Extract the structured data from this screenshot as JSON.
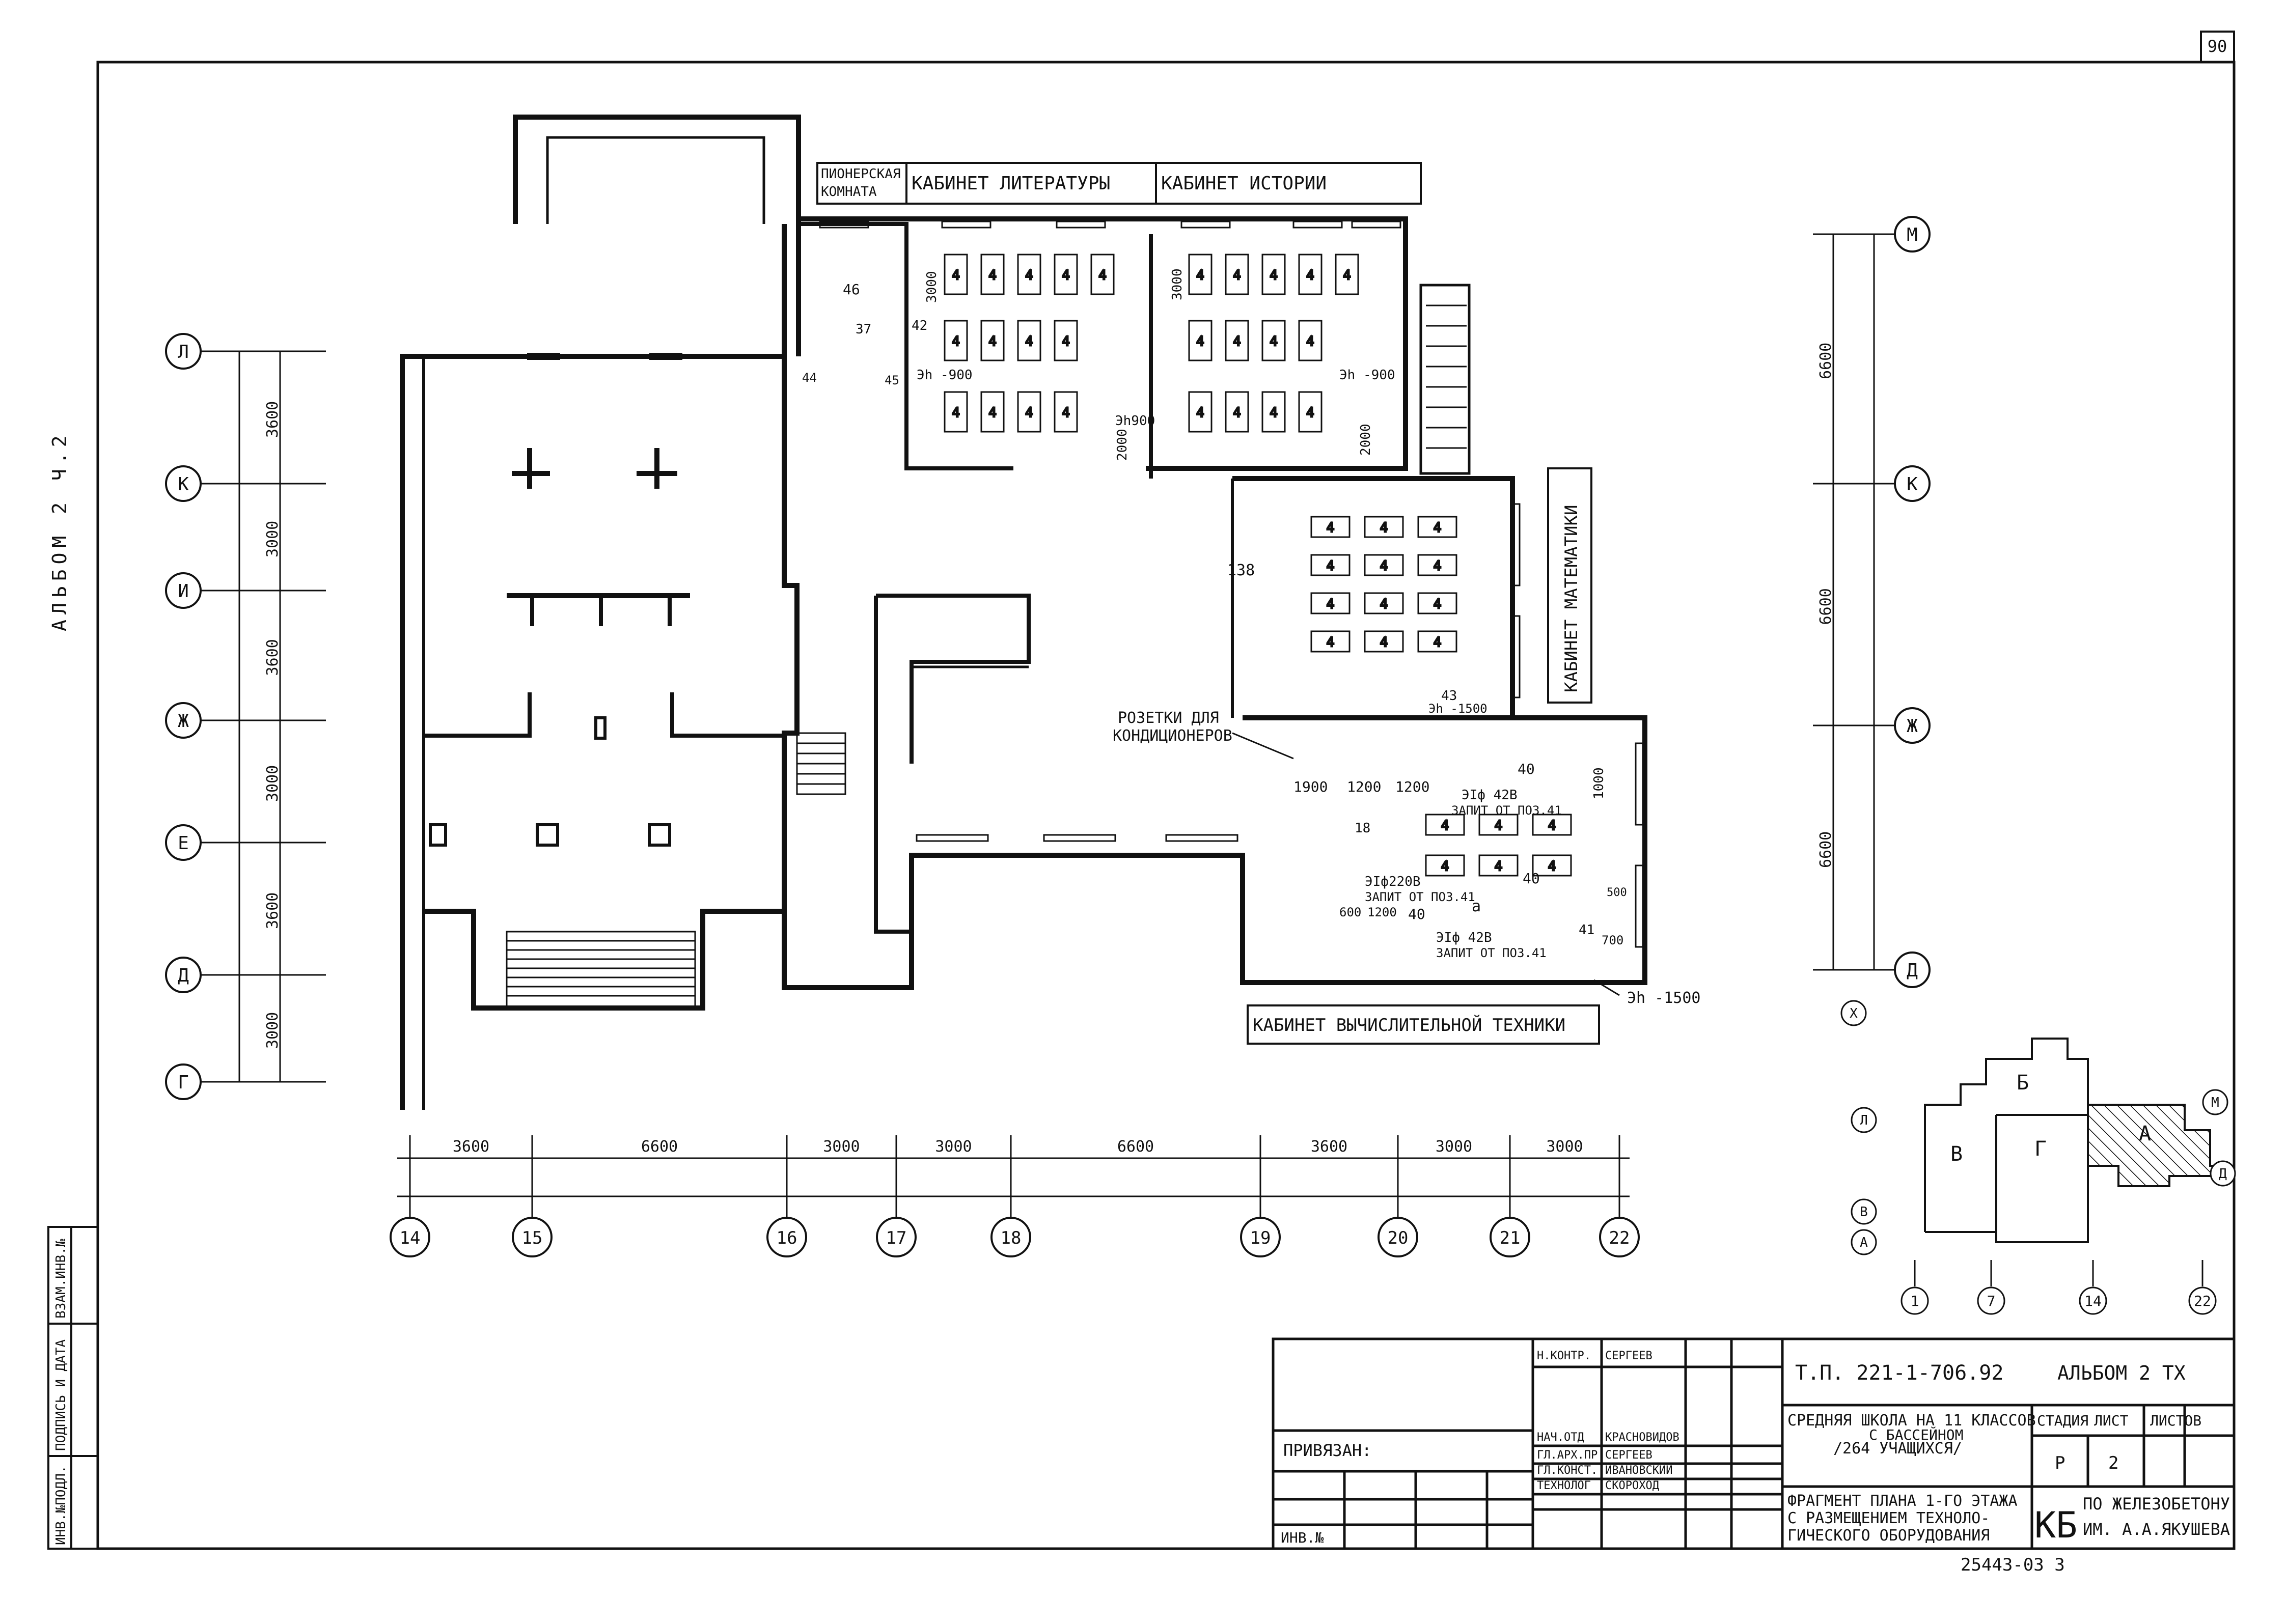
{
  "sheet": {
    "page_number": "90",
    "album_label": "АЛЬБОМ 2 Ч.2",
    "inventory_number": "25443-03   3"
  },
  "room_labels": {
    "pioneer_room": [
      "ПИОНЕРСКАЯ",
      "КОМНАТА"
    ],
    "literature": "КАБИНЕТ ЛИТЕРАТУРЫ",
    "history": "КАБИНЕТ ИСТОРИИ",
    "math": "КАБИНЕТ МАТЕМАТИКИ",
    "computing": "КАБИНЕТ ВЫЧИСЛИТЕЛЬНОЙ ТЕХНИКИ"
  },
  "annotations": {
    "ac_sockets": [
      "РОЗЕТКИ ДЛЯ",
      "КОНДИЦИОНЕРОВ"
    ],
    "power_42": "ЗАПИТ ОТ ПОЗ.41",
    "eh_1500": "Эh -1500",
    "eh_900": "Эh -900",
    "eh_900b": "Эh900",
    "efi_42v": "ЭIф 42В",
    "efi_220v": "ЭIф220В",
    "dim_1900": "1900",
    "dim_1200": "1200",
    "dim_1000": "1000",
    "dim_600": "600",
    "dim_500": "500",
    "dim_700": "700",
    "dim_2000": "2000",
    "dim_3000": "3000",
    "item_138": "138",
    "item_46": "46",
    "item_37": "37",
    "item_42": "42",
    "item_45": "45",
    "item_44": "44",
    "item_40": "40",
    "item_41": "41",
    "item_43": "43",
    "item_18": "18",
    "item_a": "а"
  },
  "grid_axes": {
    "letters": [
      "Л",
      "К",
      "И",
      "Ж",
      "Е",
      "Д",
      "Г"
    ],
    "letter_dims": [
      "3600",
      "3000",
      "3600",
      "3000",
      "3600",
      "3000"
    ],
    "right_letters": [
      "М",
      "К",
      "Ж",
      "Д"
    ],
    "right_dims": [
      "6600",
      "6600",
      "6600"
    ],
    "numbers": [
      "14",
      "15",
      "16",
      "17",
      "18",
      "19",
      "20",
      "21",
      "22"
    ],
    "number_dims": [
      "3600",
      "6600",
      "3000",
      "3000",
      "6600",
      "3600",
      "3000",
      "3000"
    ]
  },
  "key_plan": {
    "sections": [
      "Б",
      "В",
      "Г",
      "А"
    ],
    "axis_letters": [
      "Х",
      "Л",
      "М",
      "В",
      "А",
      "Д"
    ],
    "axis_numbers": [
      "1",
      "7",
      "14",
      "22"
    ]
  },
  "title_block": {
    "project_code": "Т.П. 221-1-706.92",
    "album": "АЛЬБОМ 2 ТХ",
    "linked": "ПРИВЯЗАН:",
    "inv_no": "ИНВ.№",
    "signers": [
      {
        "role": "Н.КОНТР.",
        "name": "СЕРГЕЕВ"
      },
      {
        "role": "НАЧ.ОТД",
        "name": "КРАСНОВИДОВ"
      },
      {
        "role": "ГЛ.АРХ.ПР.",
        "name": "СЕРГЕЕВ"
      },
      {
        "role": "ГЛ.КОНСТ.",
        "name": "ИВАНОВСКИЙ"
      },
      {
        "role": "ТЕХНОЛОГ",
        "name": "СКОРОХОД"
      }
    ],
    "school": [
      "СРЕДНЯЯ ШКОЛА НА 11 КЛАССОВ",
      "С БАССЕЙНОМ",
      "/264 УЧАЩИХСЯ/"
    ],
    "sheet_title": [
      "ФРАГМЕНТ ПЛАНА 1-ГО ЭТАЖА",
      "С РАЗМЕЩЕНИЕМ ТЕХНОЛО-",
      "ГИЧЕСКОГО ОБОРУДОВАНИЯ"
    ],
    "stage_label": "СТАДИЯ",
    "sheet_label": "ЛИСТ",
    "sheets_label": "ЛИСТОВ",
    "stage": "Р",
    "sheet": "2",
    "org_logo": "КБ",
    "org": [
      "ПО ЖЕЛЕЗОБЕТОНУ",
      "ИМ. А.А.ЯКУШЕВА"
    ],
    "side_stamp": [
      "ИНВ.№ПОДЛ.",
      "ПОДПИСЬ И ДАТА",
      "ВЗАМ.ИНВ.№"
    ]
  }
}
